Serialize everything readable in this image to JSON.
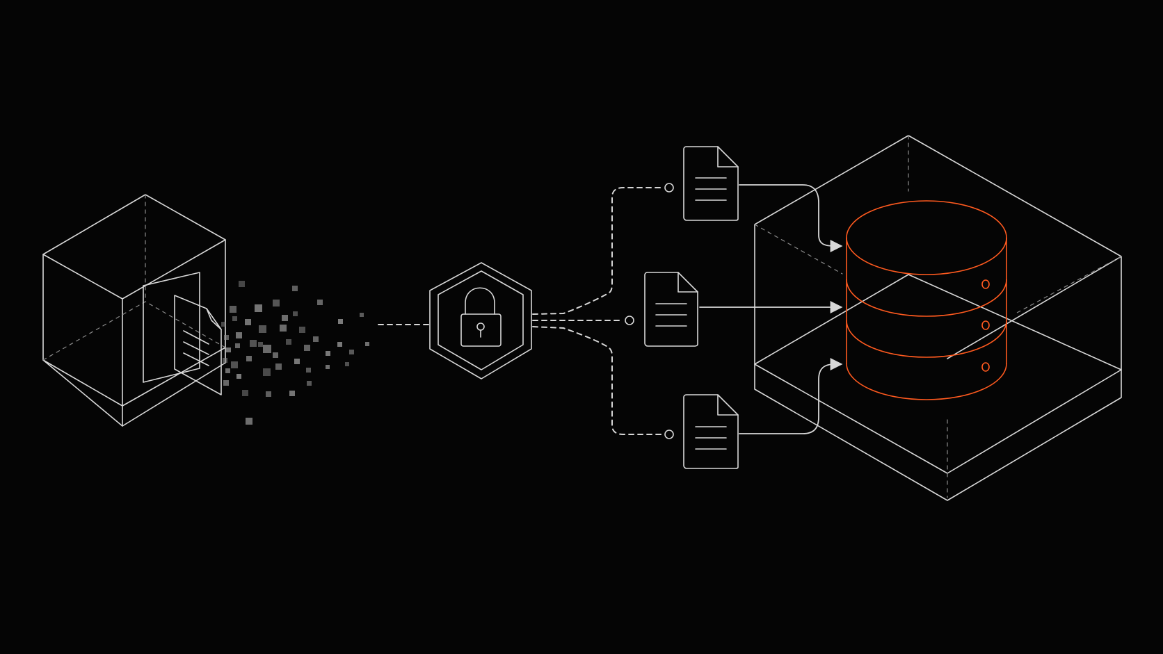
{
  "colors": {
    "background": "#050505",
    "line": "#d8d8d8",
    "dim_line": "#8c8c8c",
    "accent": "#ff5a1f",
    "pixel": "#8a8a8a"
  },
  "nodes": [
    {
      "id": "source-box",
      "icon": "cube-icon"
    },
    {
      "id": "document-fragment",
      "icon": "document-icon"
    },
    {
      "id": "lock-hexagon",
      "icon": "lock-icon"
    },
    {
      "id": "document-top",
      "icon": "document-icon"
    },
    {
      "id": "document-middle",
      "icon": "document-icon"
    },
    {
      "id": "document-bottom",
      "icon": "document-icon"
    },
    {
      "id": "storage-box",
      "icon": "isometric-box-icon"
    },
    {
      "id": "database",
      "icon": "database-icon"
    }
  ],
  "edges": [
    {
      "from": "source-box",
      "to": "lock-hexagon",
      "style": "dashed"
    },
    {
      "from": "lock-hexagon",
      "to": "document-top",
      "style": "dashed"
    },
    {
      "from": "lock-hexagon",
      "to": "document-middle",
      "style": "dashed"
    },
    {
      "from": "lock-hexagon",
      "to": "document-bottom",
      "style": "dashed"
    },
    {
      "from": "document-top",
      "to": "database",
      "style": "arrow"
    },
    {
      "from": "document-middle",
      "to": "database",
      "style": "arrow"
    },
    {
      "from": "document-bottom",
      "to": "database",
      "style": "arrow"
    }
  ]
}
